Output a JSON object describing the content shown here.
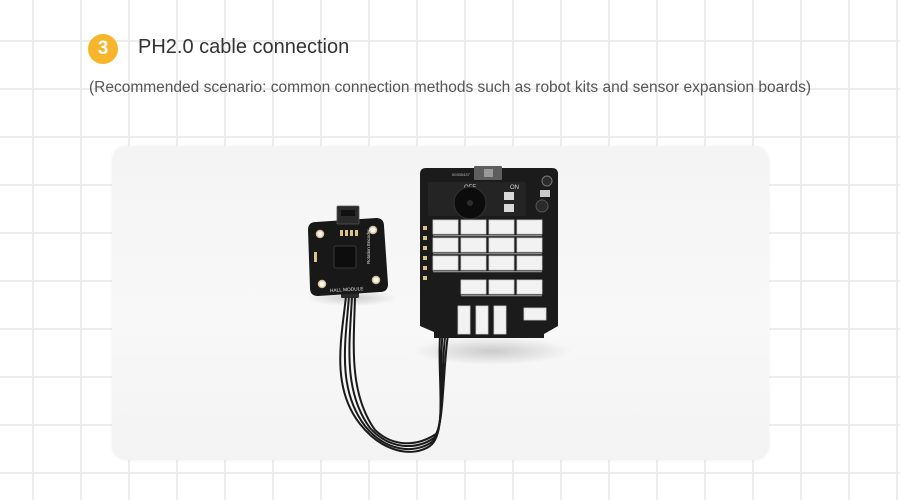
{
  "step": {
    "number": "3",
    "color": "#f7b52c"
  },
  "header": {
    "title": "PH2.0 cable connection",
    "subtitle": "(Recommended scenario: common connection methods such as robot kits and sensor expansion boards)"
  },
  "photo": {
    "module_labels": {
      "top": "Rotation Encoder",
      "bottom": "HALL MODULE"
    },
    "board_labels": {
      "switch_off": "OFF",
      "switch_on": "ON",
      "code": "00330437"
    }
  }
}
